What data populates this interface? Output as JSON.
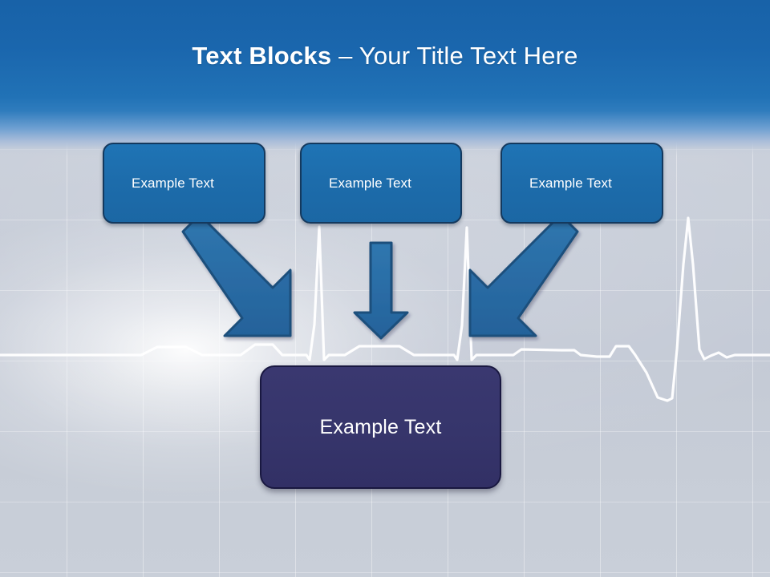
{
  "slide": {
    "title": {
      "bold_part": "Text Blocks",
      "separator": " – ",
      "light_part": "Your Title Text Here"
    },
    "colors": {
      "header_blue": "#1862a8",
      "box_blue": "#1d6cab",
      "box_border": "#14395e",
      "result_purple": "#36356b",
      "result_border": "#191840",
      "arrow_blue": "#2a6ca5",
      "arrow_outline": "#1d4f7c",
      "background_gray": "#c8ced9",
      "ecg_line": "#ffffff",
      "text_white": "#ffffff"
    }
  },
  "top_boxes": [
    {
      "id": "box1",
      "label": "Example Text"
    },
    {
      "id": "box2",
      "label": "Example Text"
    },
    {
      "id": "box3",
      "label": "Example Text"
    }
  ],
  "result_box": {
    "label": "Example Text"
  },
  "arrows": [
    {
      "id": "arrow-left",
      "direction": "down-right",
      "from_box": "box1",
      "to_box": "result"
    },
    {
      "id": "arrow-middle",
      "direction": "down",
      "from_box": "box2",
      "to_box": "result"
    },
    {
      "id": "arrow-right",
      "direction": "down-left",
      "from_box": "box3",
      "to_box": "result"
    }
  ],
  "background": {
    "motif": "ecg-heartbeat-waveform",
    "grid": "on"
  }
}
